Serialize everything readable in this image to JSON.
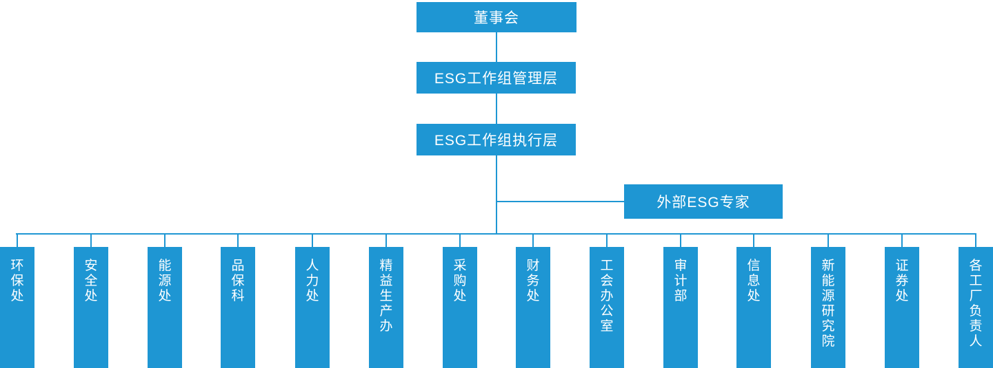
{
  "colors": {
    "accent_blue": "#1e96d3",
    "text_white": "#ffffff",
    "background": "#ffffff"
  },
  "org": {
    "board": "董事会",
    "management": "ESG工作组管理层",
    "execution": "ESG工作组执行层",
    "advisor": "外部ESG专家",
    "departments": [
      "环保处",
      "安全处",
      "能源处",
      "品保科",
      "人力处",
      "精益生产办",
      "采购处",
      "财务处",
      "工会办公室",
      "审计部",
      "信息处",
      "新能源研究院",
      "证券处",
      "各工厂负责人"
    ]
  }
}
